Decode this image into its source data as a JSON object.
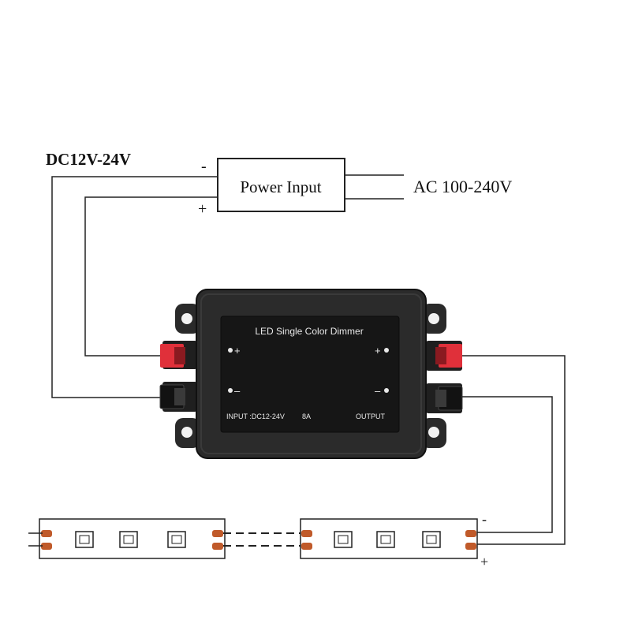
{
  "source": {
    "dc_label": "DC12V-24V",
    "ac_label": "AC 100-240V",
    "box_label": "Power Input",
    "minus": "-",
    "plus": "+"
  },
  "controller": {
    "title": "LED Single Color Dimmer",
    "in_plus": "+",
    "in_minus": "–",
    "out_plus": "+",
    "out_minus": "–",
    "input_spec": "INPUT :DC12-24V",
    "current": "8A",
    "output_label": "OUTPUT"
  },
  "strip": {
    "minus": "-",
    "plus": "+"
  },
  "colors": {
    "wire": "#222222",
    "case": "#2b2b2b",
    "panel": "#161616",
    "red_terminal": "#e0303a",
    "black_terminal": "#1a1a1a",
    "pad": "#c05a2a"
  }
}
